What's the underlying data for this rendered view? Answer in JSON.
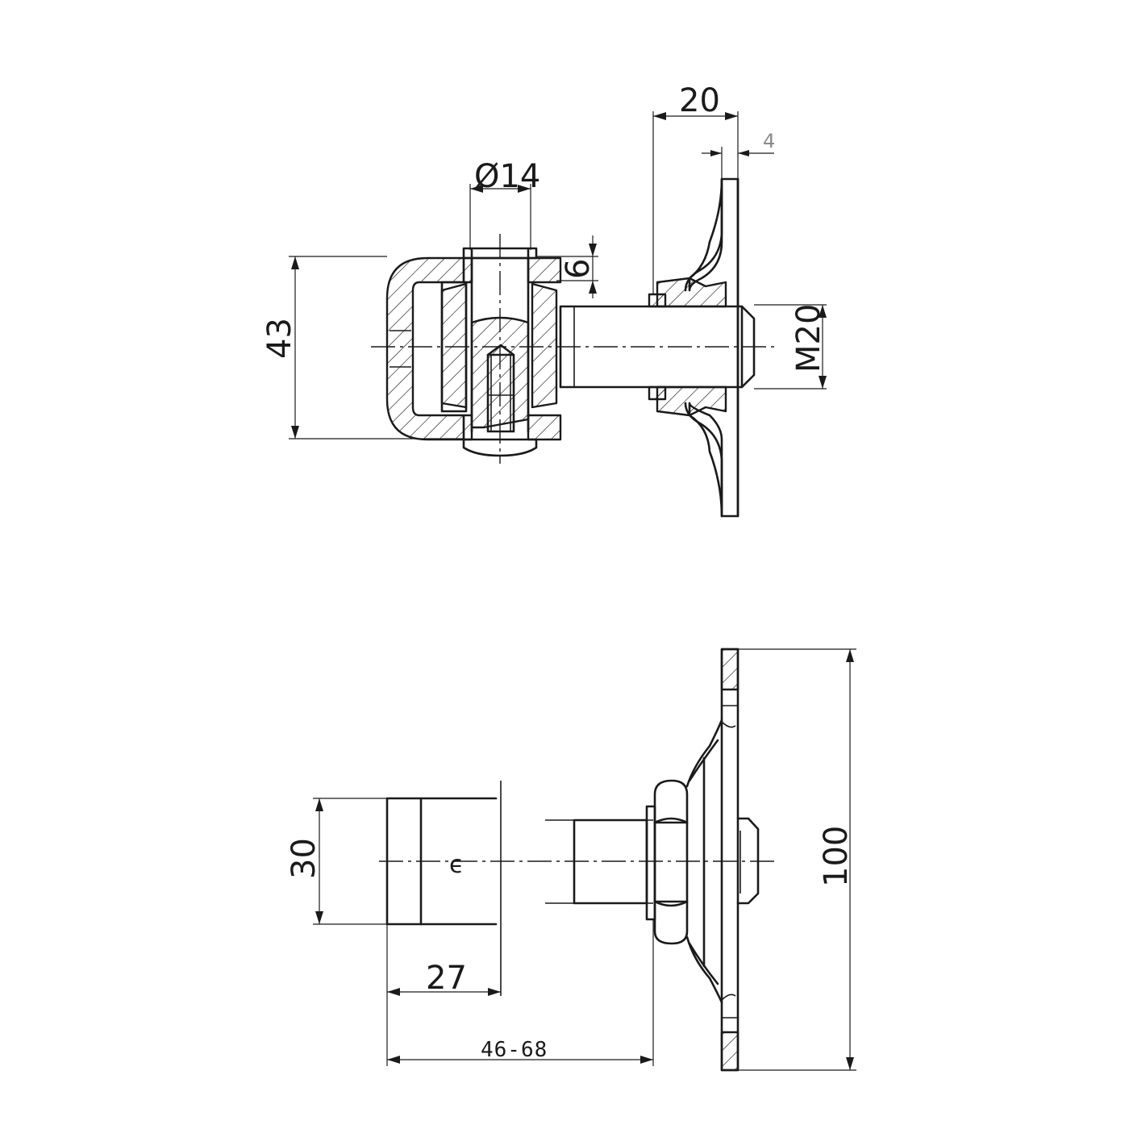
{
  "dimensions": {
    "width_20": "20",
    "width_4": "4",
    "diameter_14": "Ø14",
    "height_6": "6",
    "height_43": "43",
    "thread_m20": "M20",
    "height_30": "30",
    "length_27": "27",
    "range_46_68": "46-68",
    "height_100": "100"
  }
}
